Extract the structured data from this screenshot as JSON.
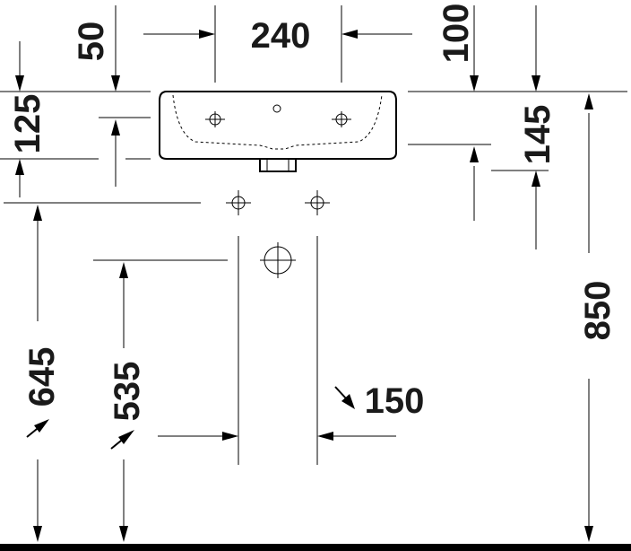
{
  "dimensions": {
    "d50": "50",
    "d240": "240",
    "d100": "100",
    "d125": "125",
    "d145": "145",
    "d850": "850",
    "d645": "645",
    "d535": "535",
    "d150": "150"
  }
}
